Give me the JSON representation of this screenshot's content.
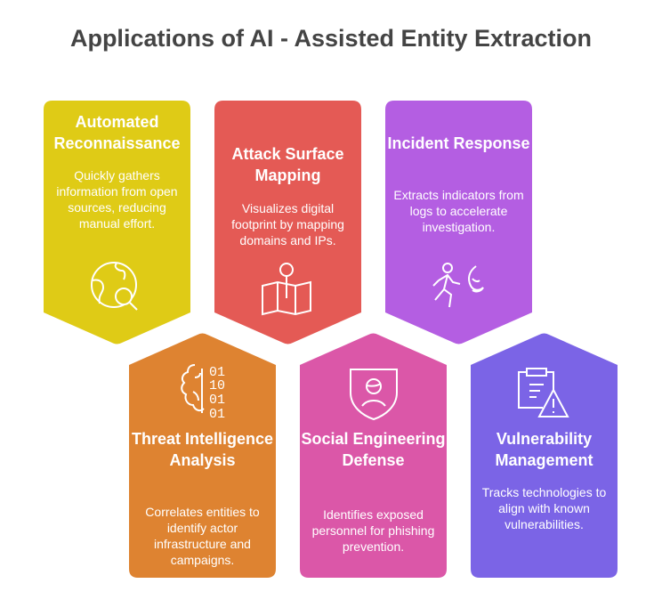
{
  "title": "Applications of  AI - Assisted Entity Extraction",
  "colors": {
    "yellow": "#DFCB16",
    "red": "#E45A55",
    "purple": "#B45EE2",
    "orange": "#DE8331",
    "pink": "#DB57A8",
    "violet": "#7B64E6"
  },
  "cards": [
    {
      "title": "Automated Reconnaissance",
      "description": "Quickly gathers information from open sources, reducing manual effort.",
      "icon": "globe-search-icon"
    },
    {
      "title": "Attack Surface Mapping",
      "description": "Visualizes digital footprint by mapping domains and IPs.",
      "icon": "map-pin-icon"
    },
    {
      "title": "Incident Response",
      "description": "Extracts indicators from logs to accelerate investigation.",
      "icon": "running-fire-icon"
    },
    {
      "title": "Threat Intelligence Analysis",
      "description": "Correlates entities to identify actor infrastructure and campaigns.",
      "icon": "brain-binary-icon",
      "binary": [
        "01",
        "10",
        "01",
        "01"
      ]
    },
    {
      "title": "Social Engineering Defense",
      "description": "Identifies exposed personnel for phishing prevention.",
      "icon": "shield-person-icon"
    },
    {
      "title": "Vulnerability Management",
      "description": "Tracks technologies to align with known vulnerabilities.",
      "icon": "clipboard-warning-icon"
    }
  ]
}
